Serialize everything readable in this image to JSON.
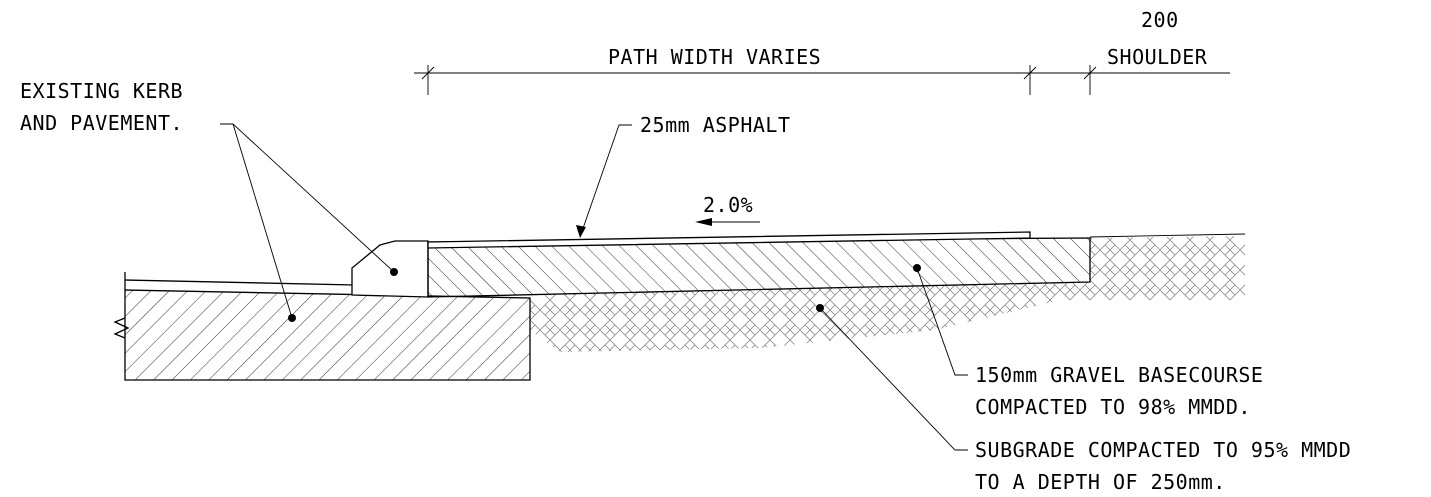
{
  "dimensions": {
    "path_width": "PATH WIDTH VARIES",
    "shoulder_value": "200",
    "shoulder_label": "SHOULDER"
  },
  "labels": {
    "kerb_line1": "EXISTING KERB",
    "kerb_line2": "AND PAVEMENT.",
    "asphalt": "25mm ASPHALT",
    "slope": "2.0%",
    "basecourse_line1": "150mm GRAVEL BASECOURSE",
    "basecourse_line2": "COMPACTED TO 98% MMDD.",
    "subgrade_line1": "SUBGRADE COMPACTED TO 95% MMDD",
    "subgrade_line2": "TO A DEPTH OF 250mm."
  }
}
